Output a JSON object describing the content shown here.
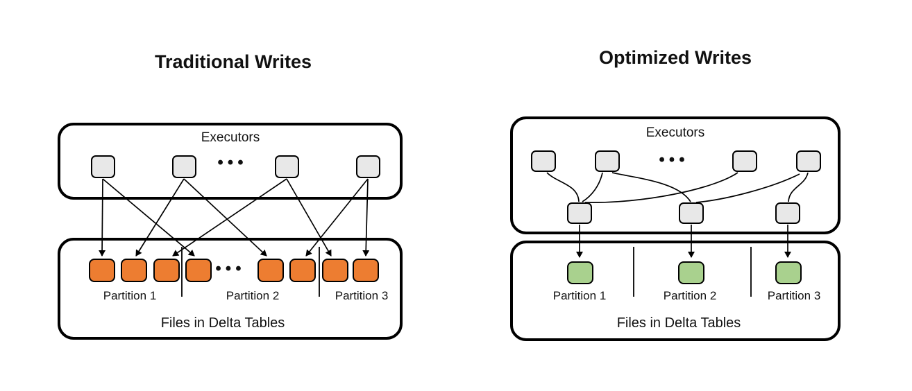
{
  "colors": {
    "orange": "#ED7D31",
    "green": "#A9D18E",
    "gray": "#E8E8E8",
    "line": "#000000"
  },
  "left": {
    "title": "Traditional Writes",
    "executors_label": "Executors",
    "executors_ellipsis": "•••",
    "files_ellipsis": "•••",
    "partitions": [
      "Partition 1",
      "Partition 2",
      "Partition 3"
    ],
    "files_label": "Files in Delta Tables",
    "structure": {
      "executors_shown": 4,
      "file_boxes_per_partition_shown": [
        3,
        3,
        2
      ],
      "writes": "each executor writes files into multiple partitions"
    }
  },
  "right": {
    "title": "Optimized Writes",
    "executors_label": "Executors",
    "executors_ellipsis": "•••",
    "partitions": [
      "Partition 1",
      "Partition 2",
      "Partition 3"
    ],
    "files_label": "Files in Delta Tables",
    "structure": {
      "executors_shown": 4,
      "shuffle_nodes_shown": 3,
      "file_boxes_per_partition_shown": [
        1,
        1,
        1
      ],
      "writes": "executors shuffle data so one node writes one file per partition"
    }
  }
}
